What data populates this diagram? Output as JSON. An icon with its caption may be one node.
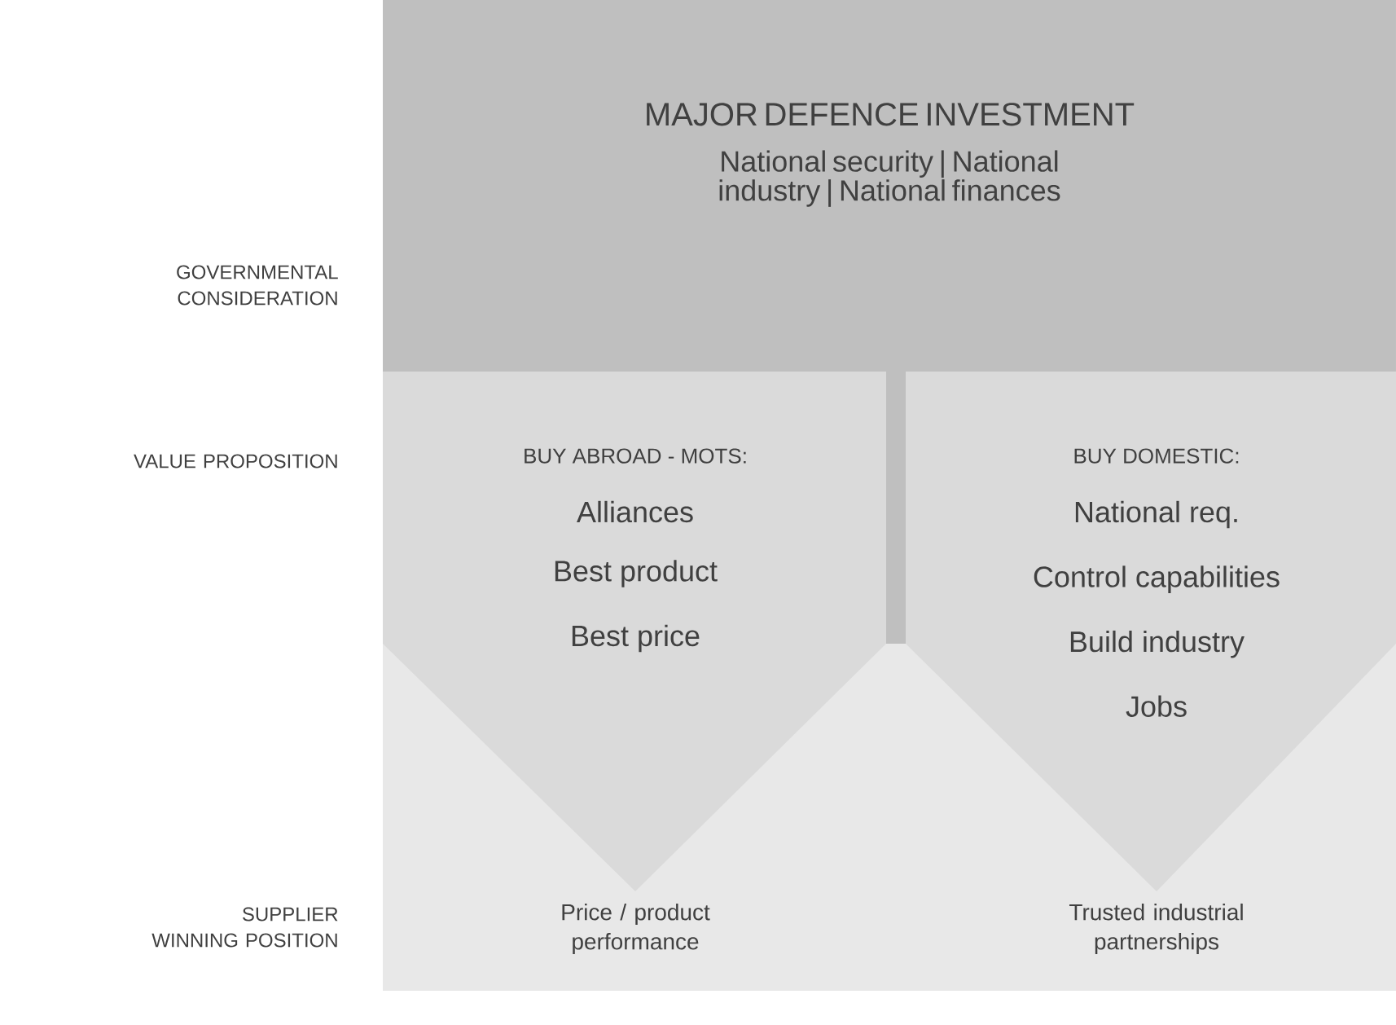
{
  "diagram": {
    "nodes": [
      {
        "text": [
          "MAJOR DEFENCE INVESTMENT",
          "National security | National industry | National finances"
        ]
      },
      {
        "text": [
          "BUY ABROAD - MOTS:",
          "Alliances",
          "Best product",
          "Best price"
        ]
      },
      {
        "text": [
          "BUY DOMESTIC:",
          "National req.",
          "Control capabilities",
          "Build industry",
          "Jobs"
        ]
      }
    ],
    "labels": [
      "GOVERNMENTAL CONSIDERATION",
      "VALUE PROPOSITION",
      "SUPPLIER WINNING POSITION",
      "Price / product performance",
      "Trusted industrial partnerships"
    ]
  }
}
